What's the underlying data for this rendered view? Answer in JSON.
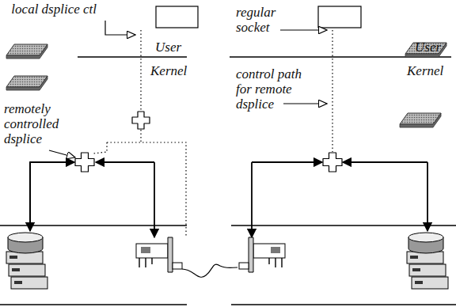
{
  "diagram": {
    "labels": [
      "local dsplice ctl",
      "remotely controlled dsplice",
      "User",
      "Kernel",
      "regular socket",
      "control path for remote dsplice",
      "User",
      "Kernel"
    ]
  }
}
